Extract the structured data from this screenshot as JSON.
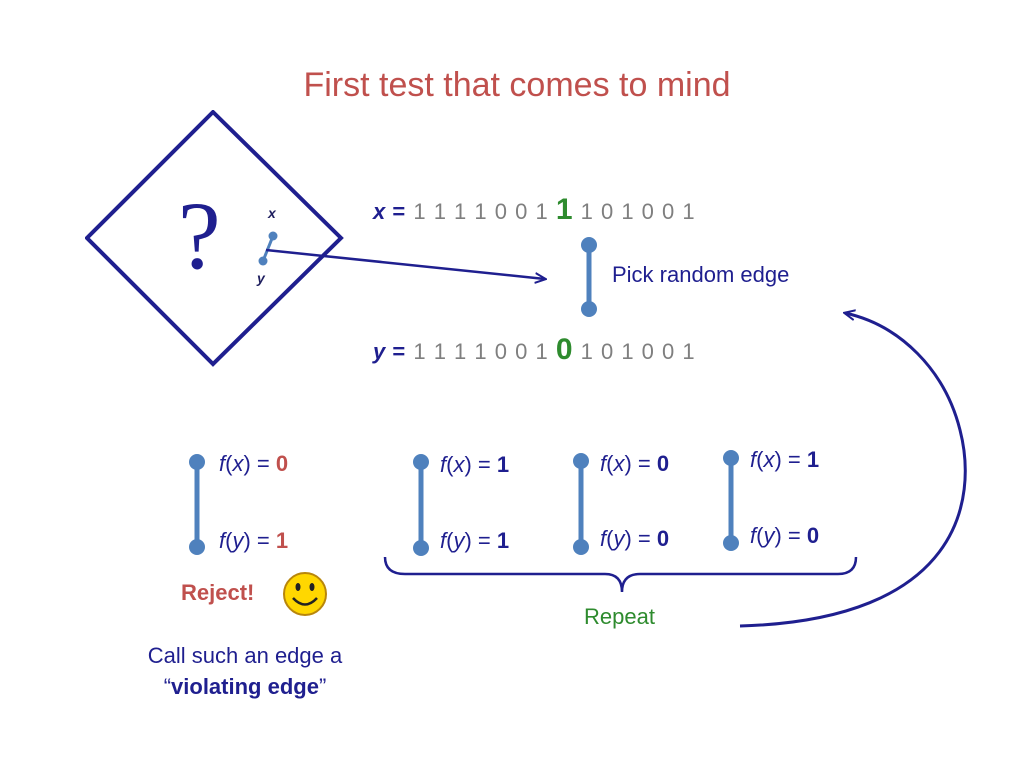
{
  "title": "First test that comes to mind",
  "cube": {
    "symbol": "?",
    "x_label": "x",
    "y_label": "y"
  },
  "x_string": {
    "var": "x",
    "eq": "=",
    "before": "1 1 1 1 0 0 1",
    "flip": "1",
    "after": "1 0 1 0 0 1"
  },
  "y_string": {
    "var": "y",
    "eq": "=",
    "before": "1 1 1 1 0 0 1",
    "flip": "0",
    "after": "1 0 1 0 0 1"
  },
  "pick_label": "Pick random edge",
  "edges": [
    {
      "fx_label": "f(x) =",
      "fx": "0",
      "fy_label": "f(y) =",
      "fy": "1",
      "highlight": "red"
    },
    {
      "fx_label": "f(x) =",
      "fx": "1",
      "fy_label": "f(y) =",
      "fy": "1",
      "highlight": "blue"
    },
    {
      "fx_label": "f(x) =",
      "fx": "0",
      "fy_label": "f(y) =",
      "fy": "0",
      "highlight": "blue"
    },
    {
      "fx_label": "f(x) =",
      "fx": "1",
      "fy_label": "f(y) =",
      "fy": "0",
      "highlight": "blue"
    }
  ],
  "reject_label": "Reject!",
  "repeat_label": "Repeat",
  "caption": {
    "line1": "Call such an edge a",
    "open_quote": "“",
    "bold": "violating edge",
    "close_quote": "”"
  },
  "colors": {
    "title": "#c0504d",
    "navy": "#1f1f8f",
    "node": "#4f81bd",
    "green": "#2e8b2e",
    "red": "#c0504d",
    "smiley": "#ffd700"
  }
}
